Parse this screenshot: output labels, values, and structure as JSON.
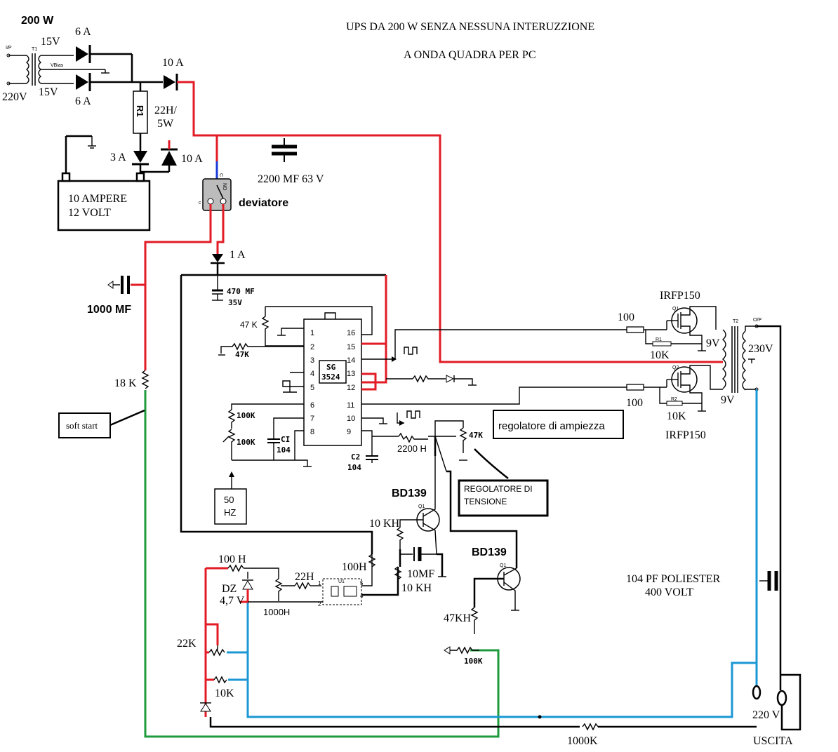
{
  "title": {
    "line1": "UPS DA 200 W SENZA NESSUNA INTERUZZIONE",
    "line2": "A ONDA QUADRA PER PC"
  },
  "colors": {
    "wire": "#000000",
    "positive": "#e21b25",
    "soft_start": "#1e9b3c",
    "feedback": "#1b97d4",
    "switch_feed": "#1a3bd6"
  },
  "transformer_input": {
    "power": "200 W",
    "secondary_top": "15V",
    "secondary_bottom": "15V",
    "primary": "220V",
    "ref": "T1",
    "pin_ip": "I/P",
    "tap": "VBias"
  },
  "rectifier": {
    "diode_top": "6 A",
    "diode_bottom": "6 A",
    "diode_out": "10 A",
    "resistor": "R1",
    "resistor_value": "22H/\n5W",
    "resistor_value_l1": "22H/",
    "resistor_value_l2": "5W",
    "charge_diode": "3 A",
    "battery_diode": "10 A"
  },
  "battery": {
    "line1": "10 AMPERE",
    "line2": "12 VOLT"
  },
  "main_capacitor": "2200 MF 63 V",
  "switch": {
    "label": "deviatore",
    "pin_common": "C",
    "pin_no": "NO",
    "pin_nc": "c"
  },
  "supply": {
    "diode": "1 A",
    "cap_value": "470 MF",
    "cap_voltage": "35V",
    "soft_cap": "1000 MF",
    "soft_res": "18 K",
    "soft_start_label": "soft start"
  },
  "ic": {
    "name_l1": "SG",
    "name_l2": "3524",
    "pins_left": [
      "1",
      "2",
      "3",
      "4",
      "5",
      "6",
      "7",
      "8"
    ],
    "pins_right": [
      "16",
      "15",
      "14",
      "13",
      "12",
      "11",
      "10",
      "9"
    ]
  },
  "ic_parts": {
    "r_47k_top": "47 K",
    "r_47k_left": "47K",
    "r_100k_a": "100K",
    "r_100k_b": "100K",
    "ci": "CI",
    "ci_value": "104",
    "c2": "C2",
    "c2_value": "104",
    "r_2200": "2200 H",
    "pot_47k": "47K"
  },
  "labels": {
    "freq_l1": "50",
    "freq_l2": "HZ",
    "ampiezza": "regolatore di ampiezza",
    "tensione_l1": "REGOLATORE  DI",
    "tensione_l2": "TENSIONE"
  },
  "output_stage": {
    "mosfet_top": "IRFP150",
    "mosfet_bottom": "IRFP150",
    "q1": "Q1",
    "q2": "Q2",
    "gate_res_top": "100",
    "gate_res_bottom": "100",
    "pulldown_top": "10K",
    "pulldown_bottom": "10K",
    "r1": "R1",
    "r2": "R2",
    "sec_top": "9V",
    "sec_bottom": "9V",
    "out_voltage": "230V",
    "t2": "T2",
    "op": "O/P"
  },
  "output": {
    "cap_l1": "104 PF POLIESTER",
    "cap_l2": "400 VOLT",
    "voltage": "220 V",
    "label": "USCITA",
    "res": "1000K"
  },
  "feedback": {
    "bd139_top": "BD139",
    "bd139_bottom": "BD139",
    "q_top": "Q1",
    "q_bottom": "Q1",
    "r_10kh_a": "10 KH",
    "r_10kh_b": "10 KH",
    "c_10mf": "10MF",
    "r_100h_top": "100 H",
    "r_100h": "100H",
    "dz": "DZ",
    "dz_value": "4,7 V",
    "r_1000h": "1000H",
    "r_22h": "22H",
    "opto": "U1",
    "r_22k": "22K",
    "r_10k": "10K",
    "r_47kh": "47KH",
    "r_100k": "100K"
  }
}
